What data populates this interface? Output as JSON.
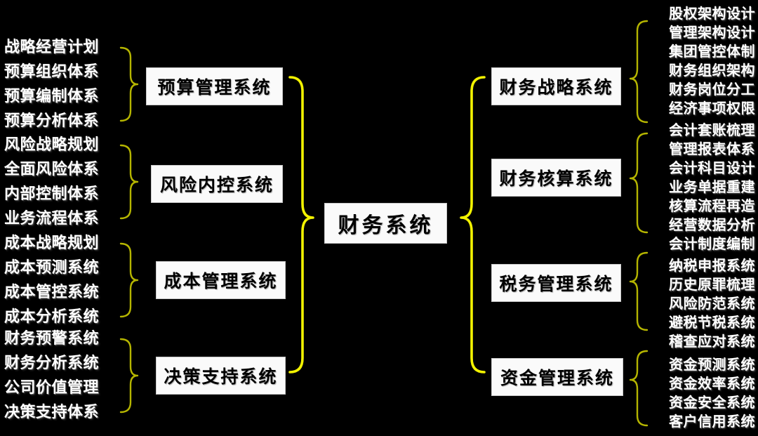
{
  "diagram": {
    "title": "财务系统",
    "background_color": "#000000",
    "box_color": "#fafafa",
    "box_text_color": "#000000",
    "leaf_text_color": "#ffffff",
    "brace_small_color": "#b5b500",
    "brace_big_color": "#f2f200"
  },
  "center": {
    "label": "财务系统"
  },
  "left_branches": [
    {
      "label": "预算管理系统",
      "items": [
        "战略经营计划",
        "预算组织体系",
        "预算编制体系",
        "预算分析体系"
      ]
    },
    {
      "label": "风险内控系统",
      "items": [
        "风险战略规划",
        "全面风险体系",
        "内部控制体系",
        "业务流程体系"
      ]
    },
    {
      "label": "成本管理系统",
      "items": [
        "成本战略规划",
        "成本预测系统",
        "成本管控系统",
        "成本分析系统"
      ]
    },
    {
      "label": "决策支持系统",
      "items": [
        "财务预警系统",
        "财务分析系统",
        "公司价值管理",
        "决策支持体系"
      ]
    }
  ],
  "right_branches": [
    {
      "label": "财务战略系统",
      "items": [
        "股权架构设计",
        "管理架构设计",
        "集团管控体制",
        "财务组织架构",
        "财务岗位分工",
        "经济事项权限"
      ]
    },
    {
      "label": "财务核算系统",
      "items": [
        "会计套账梳理",
        "管理报表体系",
        "会计科目设计",
        "业务单据重建",
        "核算流程再造",
        "经营数据分析",
        "会计制度编制"
      ]
    },
    {
      "label": "税务管理系统",
      "items": [
        "纳税申报系统",
        "历史原罪梳理",
        "风险防范系统",
        "避税节税系统",
        "稽查应对系统"
      ]
    },
    {
      "label": "资金管理系统",
      "items": [
        "资金预测系统",
        "资金效率系统",
        "资金安全系统",
        "客户信用系统"
      ]
    }
  ]
}
